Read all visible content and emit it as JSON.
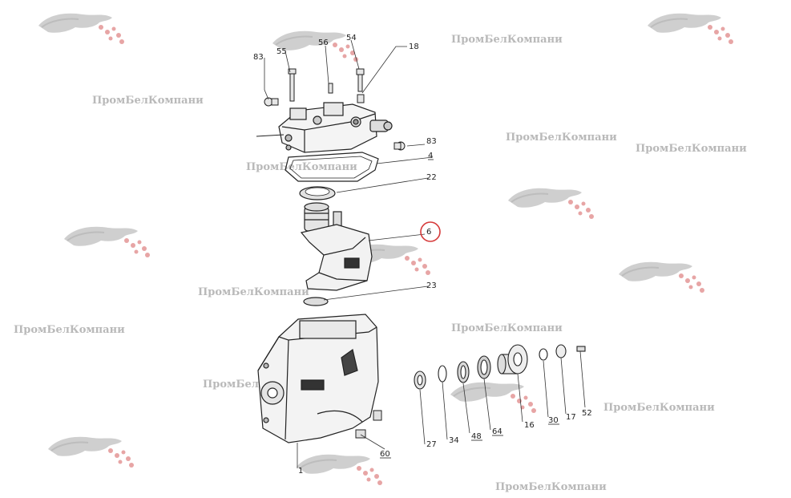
{
  "watermark_text": "ПромБелКомпани",
  "highlight_color": "#d63a3a",
  "part_numbers": {
    "p83a": "83",
    "p55": "55",
    "p56": "56",
    "p54": "54",
    "p18": "18",
    "p83b": "83",
    "p4": "4",
    "p22": "22",
    "p6": "6",
    "p23": "23",
    "p1": "1",
    "p60": "60",
    "p27": "27",
    "p34": "34",
    "p48": "48",
    "p64": "64",
    "p16": "16",
    "p30": "30",
    "p17": "17",
    "p52": "52"
  },
  "highlighted_part": "6"
}
